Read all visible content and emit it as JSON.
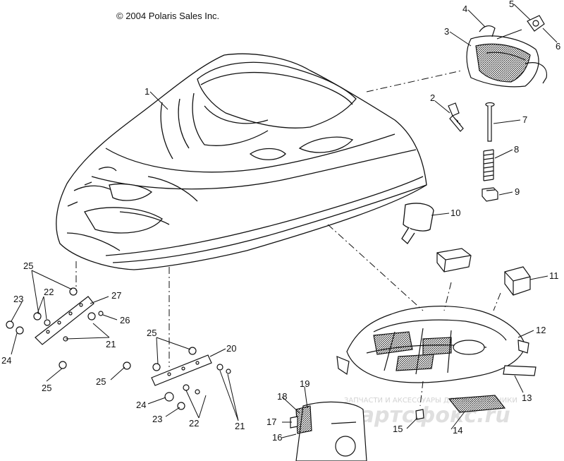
{
  "copyright": "© 2004 Polaris Sales Inc.",
  "watermark": {
    "line1": "ЗАПЧАСТИ И АКСЕССУАРЫ ДЛЯ МОТОТЕХНИКИ",
    "logo": "партсфокс.ru",
    "color": "#d9d9d9"
  },
  "callouts": [
    "1",
    "2",
    "3",
    "4",
    "5",
    "6",
    "7",
    "8",
    "9",
    "10",
    "11",
    "12",
    "13",
    "14",
    "15",
    "16",
    "17",
    "18",
    "19",
    "20",
    "21",
    "22",
    "23",
    "24",
    "25",
    "26",
    "27"
  ],
  "colors": {
    "line": "#111111",
    "paper": "#ffffff"
  }
}
